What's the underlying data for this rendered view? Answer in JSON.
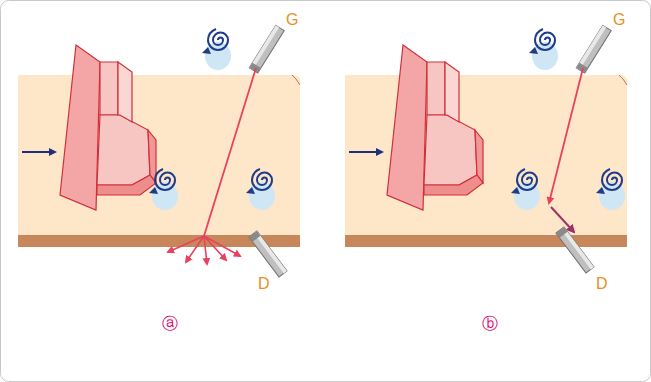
{
  "diagram": {
    "labels": [
      "G",
      "D",
      "G",
      "D",
      "ⓐ",
      "ⓑ"
    ]
  }
}
